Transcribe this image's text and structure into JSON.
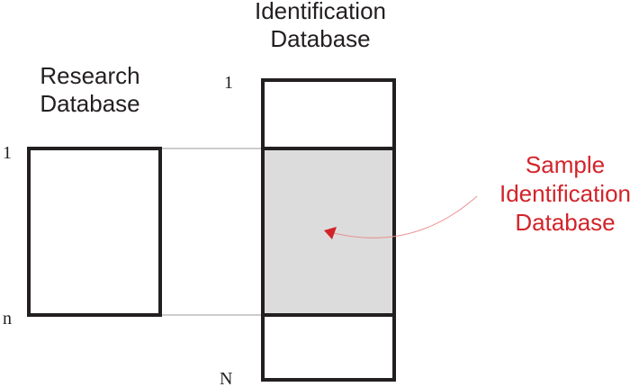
{
  "research_db": {
    "title_line1": "Research",
    "title_line2": "Database",
    "index_start": "1",
    "index_end": "n"
  },
  "identification_db": {
    "title_line1": "Identification",
    "title_line2": "Database",
    "index_start": "1",
    "index_end": "N"
  },
  "sample_label": {
    "line1": "Sample",
    "line2": "Identification",
    "line3": "Database"
  },
  "colors": {
    "outline": "#231f20",
    "sample_fill": "#dcdcdc",
    "accent": "#d2232a",
    "connector": "#999999"
  }
}
